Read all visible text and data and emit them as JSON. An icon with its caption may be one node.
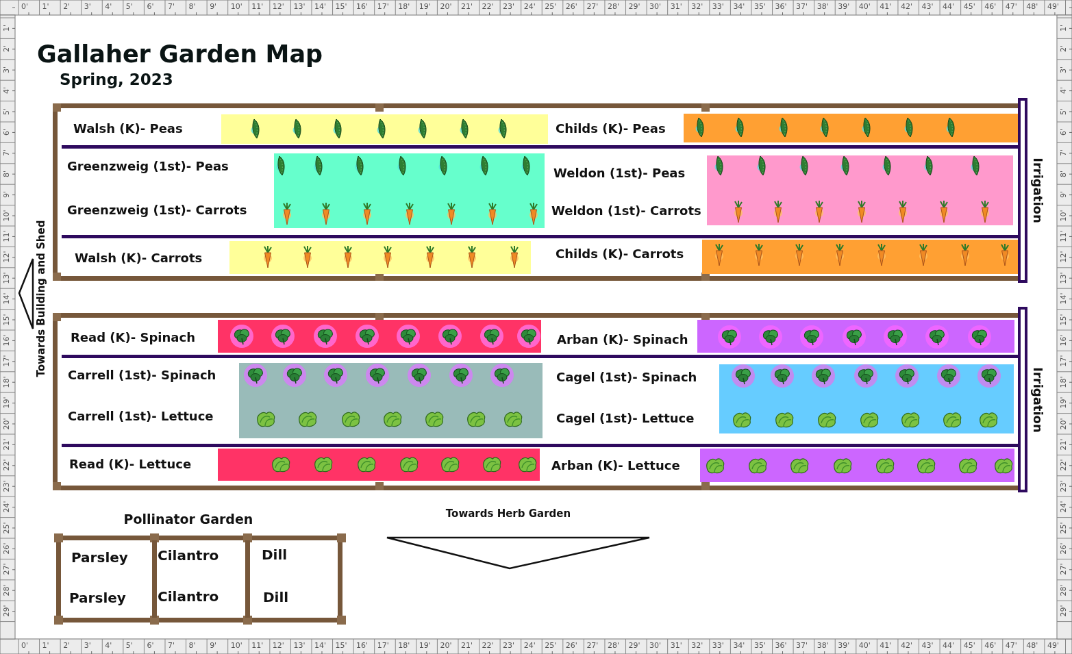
{
  "diagram": {
    "title": "Gallaher Garden Map",
    "nodes": [
      {
        "text": [],
        "shape": "box"
      },
      {
        "text": [
          "Walsh (K)- Peas"
        ],
        "in": 0
      },
      {
        "text": [
          "Childs (K)- Peas"
        ],
        "in": 0
      },
      {
        "text": [
          "Greenzweig (1st)- Peas",
          "Greenzweig (1st)- Carrots"
        ],
        "in": 0
      },
      {
        "text": [
          "Weldon (1st)- Peas",
          "Weldon (1st)- Carrots"
        ],
        "in": 0
      },
      {
        "text": [
          "Walsh (K)- Carrots"
        ],
        "in": 0
      },
      {
        "text": [
          "Childs (K)- Carrots"
        ],
        "in": 0
      },
      {
        "text": [
          "Irrigation"
        ]
      },
      {
        "text": [],
        "shape": "box"
      },
      {
        "text": [
          "Read (K)- Spinach"
        ],
        "in": 8
      },
      {
        "text": [
          "Arban (K)- Spinach"
        ],
        "in": 8
      },
      {
        "text": [
          "Carrell (1st)- Spinach",
          "Carrell (1st)- Lettuce"
        ],
        "in": 8
      },
      {
        "text": [
          "Cagel (1st)- Spinach",
          "Cagel (1st)- Lettuce"
        ],
        "in": 8
      },
      {
        "text": [
          "Read (K)- Lettuce"
        ],
        "in": 8
      },
      {
        "text": [
          "Arban (K)- Lettuce"
        ],
        "in": 8
      },
      {
        "text": [
          "Irrigation"
        ]
      },
      {
        "text": [
          "Pollinator Garden"
        ]
      },
      {
        "text": [
          "Parsley",
          "Parsley"
        ],
        "in": 16
      },
      {
        "text": [
          "Cilantro",
          "Cilantro"
        ],
        "in": 16
      },
      {
        "text": [
          "Dill",
          "Dill"
        ],
        "in": 16
      }
    ],
    "labels": [
      "Spring, 2023",
      "0'",
      "1'",
      "2'",
      "3'",
      "4'",
      "5'",
      "6'",
      "7'",
      "8'",
      "9'",
      "10'",
      "11'",
      "12'",
      "13'",
      "14'",
      "15'",
      "16'",
      "17'",
      "18'",
      "19'",
      "20'",
      "21'",
      "22'",
      "23'",
      "24'",
      "25'",
      "26'",
      "27'",
      "28'",
      "29'",
      "30'",
      "31'",
      "32'",
      "33'",
      "34'",
      "35'",
      "36'",
      "37'",
      "38'",
      "39'",
      "40'",
      "41'",
      "42'",
      "43'",
      "44'",
      "45'",
      "46'",
      "47'",
      "48'",
      "49'",
      "1'",
      "2'",
      "3'",
      "4'",
      "5'",
      "6'",
      "7'",
      "8'",
      "9'",
      "10'",
      "11'",
      "12'",
      "13'",
      "14'",
      "15'",
      "16'",
      "17'",
      "18'",
      "19'",
      "20'",
      "21'",
      "22'",
      "23'",
      "24'",
      "25'",
      "26'",
      "27'",
      "28'",
      "29'",
      "1'",
      "2'",
      "3'",
      "4'",
      "5'",
      "6'",
      "7'",
      "8'",
      "9'",
      "10'",
      "11'",
      "12'",
      "13'",
      "14'",
      "15'",
      "16'",
      "17'",
      "18'",
      "19'",
      "20'",
      "21'",
      "22'",
      "23'",
      "24'",
      "25'",
      "26'",
      "27'",
      "28'",
      "29'",
      "0'",
      "1'",
      "2'",
      "3'",
      "4'",
      "5'",
      "6'",
      "7'",
      "8'",
      "9'",
      "10'",
      "11'",
      "12'",
      "13'",
      "14'",
      "15'",
      "16'",
      "17'",
      "18'",
      "19'",
      "20'",
      "21'",
      "22'",
      "23'",
      "24'",
      "25'",
      "26'",
      "27'",
      "28'",
      "29'",
      "30'",
      "31'",
      "32'",
      "33'",
      "34'",
      "35'",
      "36'",
      "37'",
      "38'",
      "39'",
      "40'",
      "41'",
      "42'",
      "43'",
      "44'",
      "45'",
      "46'",
      "47'",
      "48'",
      "49'",
      "Towards Building and Shed",
      "Towards Herb Garden"
    ]
  }
}
